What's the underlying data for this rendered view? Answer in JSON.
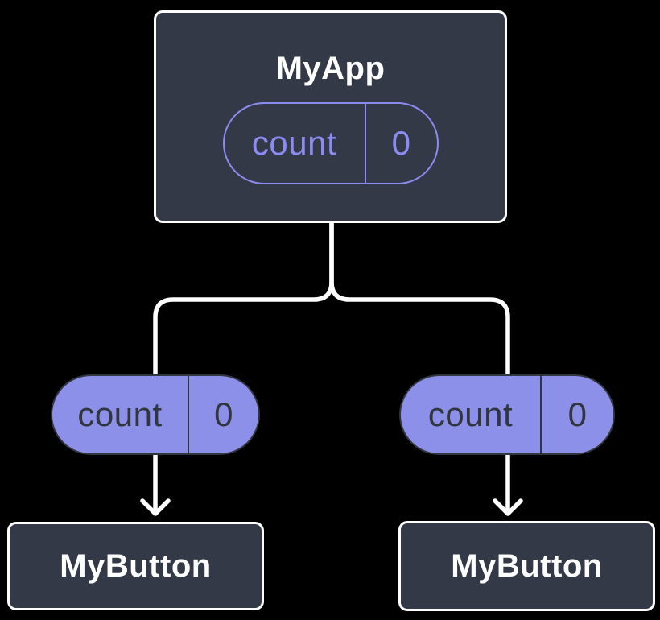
{
  "colors": {
    "bg": "#000000",
    "card-bg": "#333947",
    "card-border": "#ffffff",
    "line": "#ffffff",
    "purple": "#8c8cf0",
    "purple-fill": "#8d90e8",
    "ink-dark": "#31353e",
    "text-light": "#ffffff"
  },
  "root": {
    "title": "MyApp",
    "state": {
      "name": "count",
      "value": "0"
    }
  },
  "children": [
    {
      "state": {
        "name": "count",
        "value": "0"
      },
      "label": "MyButton"
    },
    {
      "state": {
        "name": "count",
        "value": "0"
      },
      "label": "MyButton"
    }
  ]
}
